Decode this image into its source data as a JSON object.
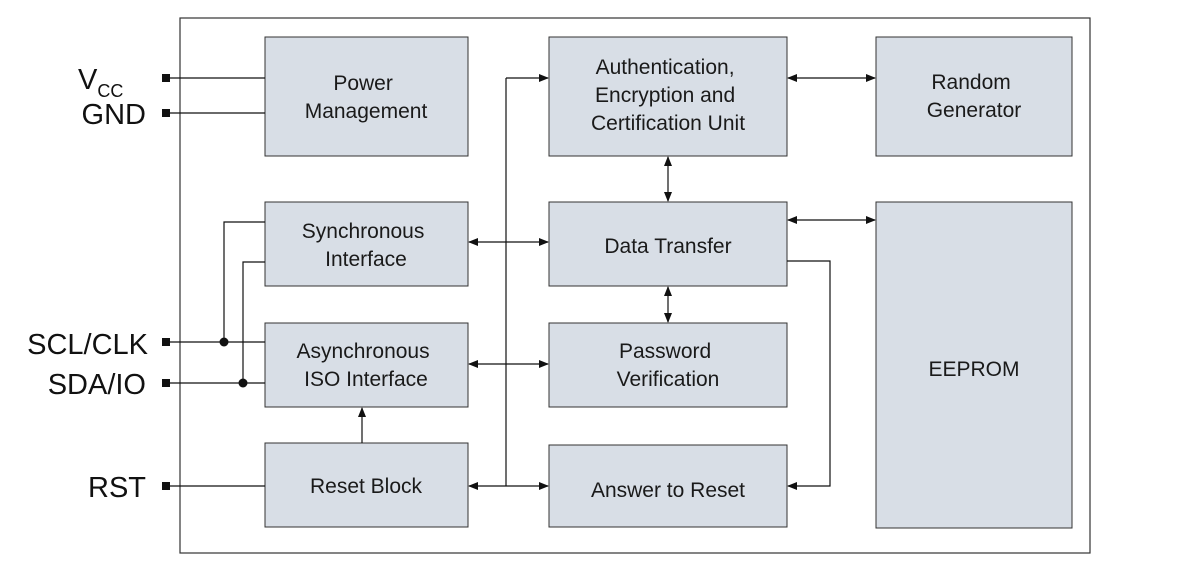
{
  "blocks": {
    "power": [
      "Power",
      "Management"
    ],
    "auth": [
      "Authentication,",
      "Encryption and",
      "Certification Unit"
    ],
    "random": [
      "Random",
      "Generator"
    ],
    "sync": [
      "Synchronous",
      "Interface"
    ],
    "data_transfer": [
      "Data Transfer"
    ],
    "eeprom": [
      "EEPROM"
    ],
    "async": [
      "Asynchronous",
      "ISO Interface"
    ],
    "password": [
      "Password",
      "Verification"
    ],
    "reset_block": [
      "Reset Block"
    ],
    "atr": [
      "Answer to Reset"
    ]
  },
  "pins": {
    "vcc": {
      "main": "V",
      "sub": "CC"
    },
    "gnd": "GND",
    "scl": "SCL/CLK",
    "sda": "SDA/IO",
    "rst": "RST"
  }
}
